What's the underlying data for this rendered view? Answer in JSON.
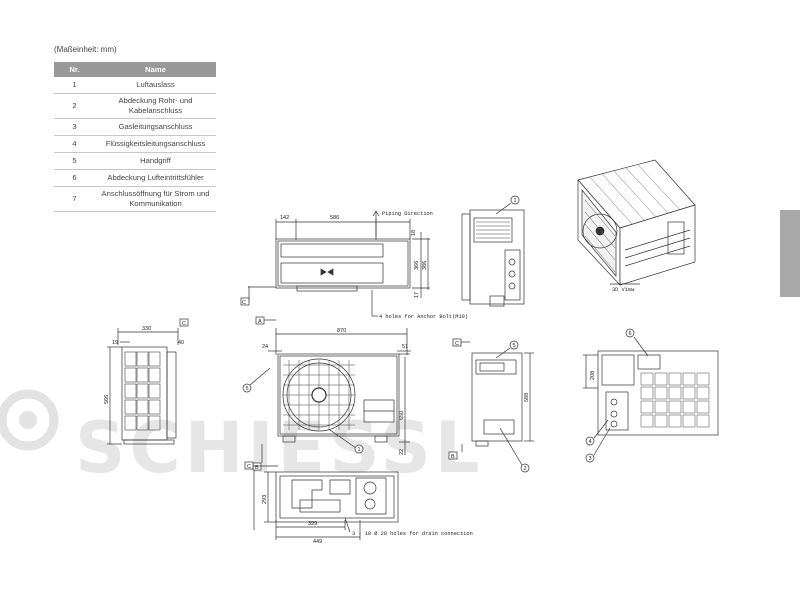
{
  "unit_label": "(Maßeinheit: mm)",
  "table": {
    "headers": [
      "Nr.",
      "Name"
    ],
    "rows": [
      {
        "nr": "1",
        "name": "Luftauslass"
      },
      {
        "nr": "2",
        "name": "Abdeckung Rohr- und Kabelanschluss"
      },
      {
        "nr": "3",
        "name": "Gasleitungsanschluss"
      },
      {
        "nr": "4",
        "name": "Flüssigkeitsleitungsanschluss"
      },
      {
        "nr": "5",
        "name": "Handgriff"
      },
      {
        "nr": "6",
        "name": "Abdeckung Lufteintrittsfühler"
      },
      {
        "nr": "7",
        "name": "Anschlussöffnung für Strom und Kommunikation"
      }
    ]
  },
  "watermark": "SCHIESSL",
  "labels": {
    "piping_direction": "Piping Direction",
    "anchor_bolt": "4 holes for Anchor Bolt(M10)",
    "drain": "3 - 10    Ø  20 holes for drain connection",
    "view_3d": "3D View"
  },
  "dims": {
    "top_142": "142",
    "top_586": "586",
    "top_18": "18",
    "top_366": "366",
    "top_386": "386",
    "top_17": "17",
    "front_870": "870",
    "front_24": "24",
    "front_51": "51",
    "front_650": "650",
    "front_22": "22",
    "left_330": "330",
    "left_19": "19",
    "left_40": "40",
    "left_566": "566",
    "side_588": "588",
    "rear_208": "208",
    "bot_293": "293",
    "bot_399": "399",
    "bot_449": "449"
  },
  "refs": {
    "A": "A",
    "B": "B",
    "C": "C"
  },
  "callouts": [
    "1",
    "2",
    "3",
    "4",
    "5",
    "6"
  ]
}
